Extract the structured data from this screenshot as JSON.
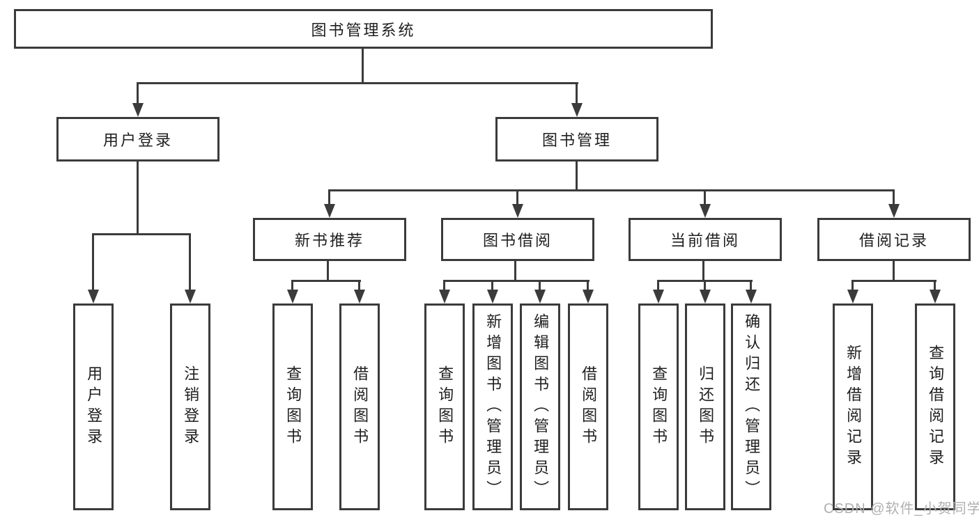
{
  "nodes": {
    "root": "图书管理系统",
    "level2": [
      "用户登录",
      "图书管理"
    ],
    "level3": [
      "新书推荐",
      "图书借阅",
      "当前借阅",
      "借阅记录"
    ],
    "leaves": [
      "用户登录",
      "注销登录",
      "查询图书",
      "借阅图书",
      "查询图书",
      "新增图书（管理员）",
      "编辑图书（管理员）",
      "借阅图书",
      "查询图书",
      "归还图书",
      "确认归还（管理员）",
      "新增借阅记录",
      "查询借阅记录"
    ]
  },
  "watermark": "CSDN @软件_小贺同学",
  "colors": {
    "line": "#3b3b3b",
    "border": "#3b3b3b",
    "text": "#1f1f1f",
    "background": "#ffffff",
    "watermark": "#b0b0b0"
  }
}
